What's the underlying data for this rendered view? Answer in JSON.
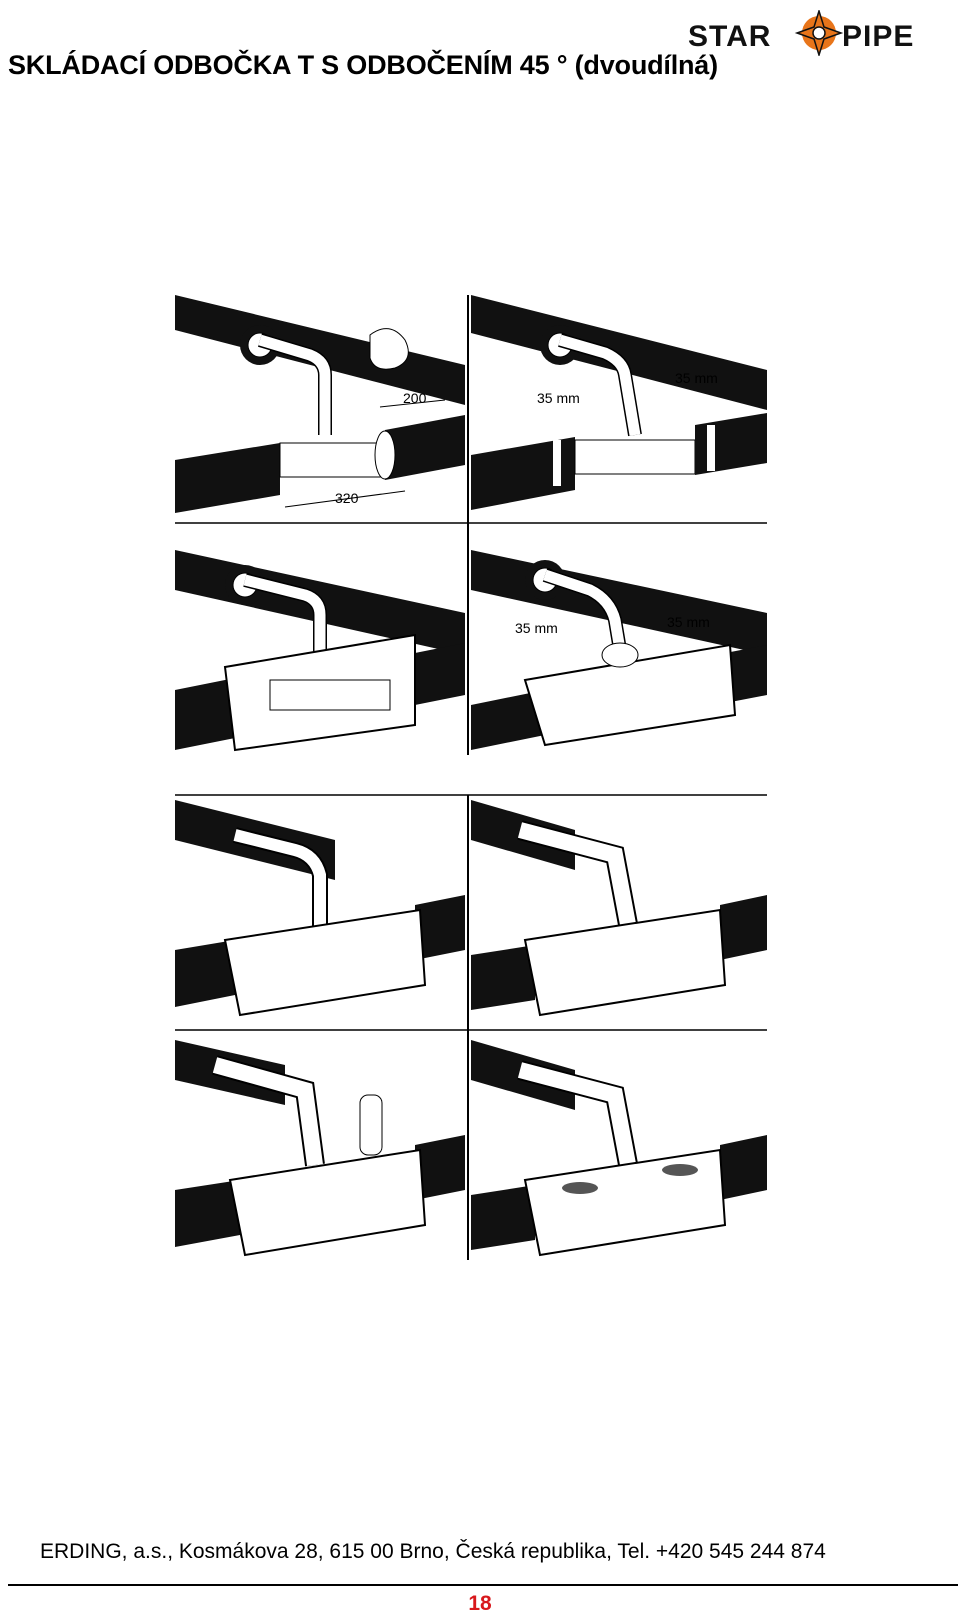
{
  "header": {
    "title": "SKLÁDACÍ ODBOČKA T S ODBOČENÍM 45 ° (dvoudílná)",
    "logo_left": "STAR",
    "logo_right": "PIPE",
    "logo_color": "#e8751a"
  },
  "figure": {
    "panels": [
      {
        "dims": [
          "200",
          "320"
        ]
      },
      {
        "dims": [
          "35 mm",
          "35 mm"
        ]
      },
      {
        "dims": []
      },
      {
        "dims": [
          "35 mm",
          "35 mm"
        ]
      },
      {
        "dims": []
      },
      {
        "dims": []
      },
      {
        "dims": []
      },
      {
        "dims": []
      }
    ]
  },
  "footer": {
    "address": "ERDING, a.s., Kosmákova 28, 615 00 Brno, Česká republika, Tel. +420 545 244 874",
    "page_number": "18"
  }
}
